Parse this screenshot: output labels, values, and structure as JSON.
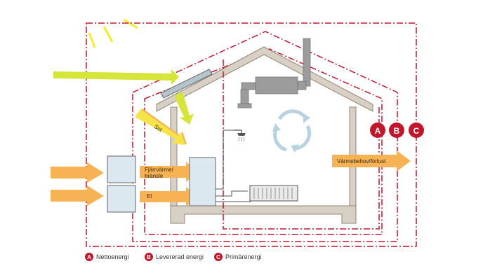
{
  "colors": {
    "frame": "#c0172d",
    "wall": "#d8d0c4",
    "wall_stroke": "#8f8578",
    "arrow_orange": "#f7b253",
    "arrow_yellow": "#d6e53a",
    "sun_yellow": "#f2ee2a",
    "panel": "#dbe8ef",
    "panel_stroke": "#666666",
    "duct": "#9c9c9c",
    "cycle": "#b8d2e2",
    "badge": "#c0172d"
  },
  "icons": {
    "sun": "sun-rays-icon",
    "shower": "shower-head-icon",
    "radiator": "radiator-icon",
    "circulation": "circulation-cycle-icon",
    "ventilation": "ventilation-unit-icon"
  },
  "labels": {
    "sol": "Sol",
    "fjarrvarme_line1": "Fjärrvärme/",
    "fjarrvarme_line2": "bränsle",
    "el": "El",
    "varmebehov": "Värmebehov/förlust"
  },
  "badges": [
    "A",
    "B",
    "C"
  ],
  "legend": [
    {
      "letter": "A",
      "label": "Nettoenergi"
    },
    {
      "letter": "B",
      "label": "Levererad energi"
    },
    {
      "letter": "C",
      "label": "Primärenergi"
    }
  ]
}
